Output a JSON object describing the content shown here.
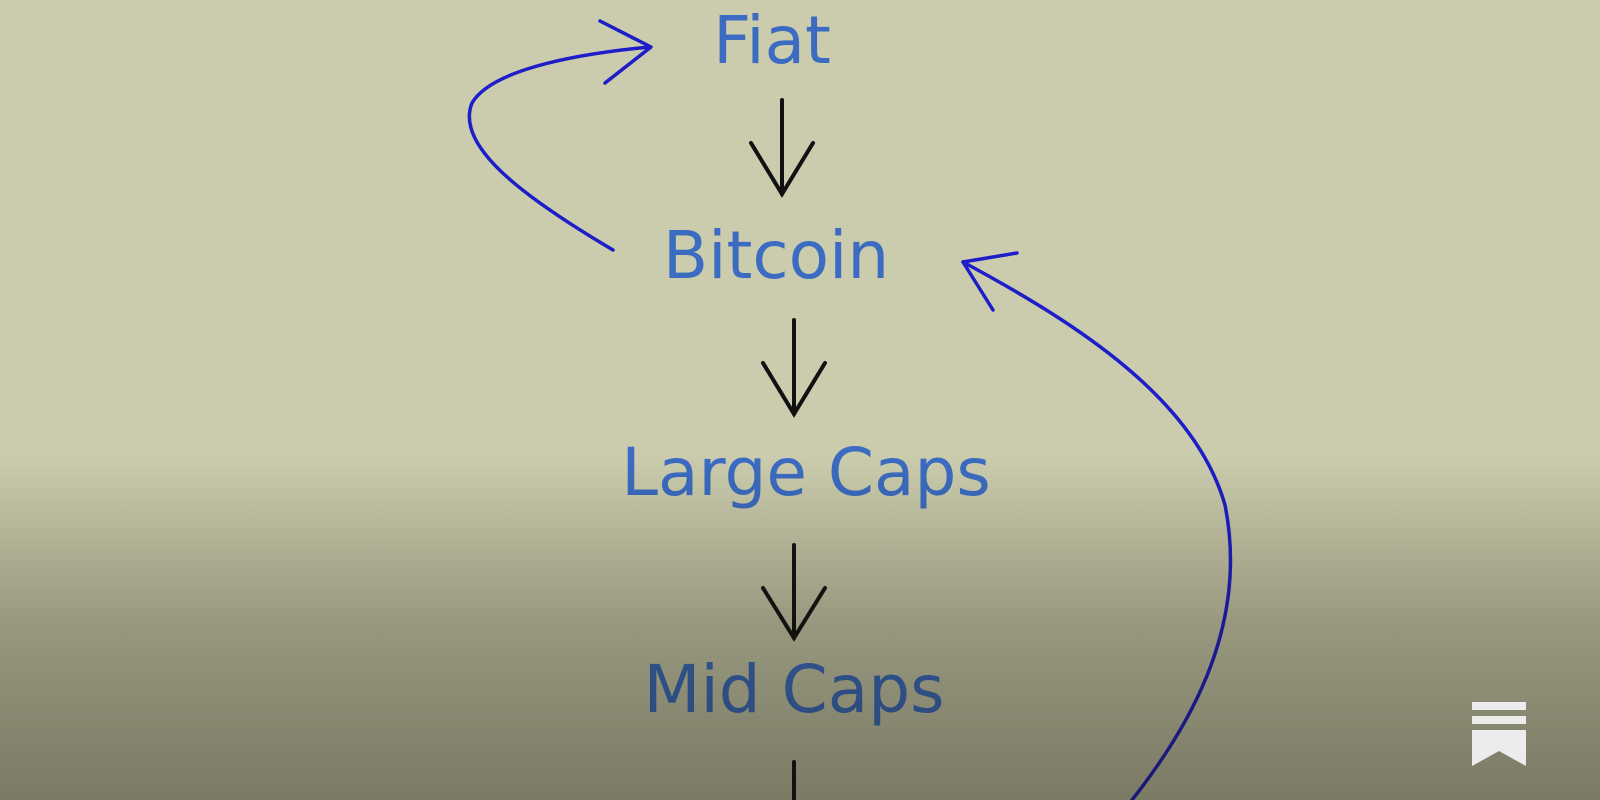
{
  "diagram": {
    "nodes": [
      {
        "id": "fiat",
        "label": "Fiat"
      },
      {
        "id": "bitcoin",
        "label": "Bitcoin"
      },
      {
        "id": "large-caps",
        "label": "Large Caps"
      },
      {
        "id": "mid-caps",
        "label": "Mid Caps"
      }
    ],
    "edges": [
      {
        "from": "fiat",
        "to": "bitcoin",
        "style": "black"
      },
      {
        "from": "bitcoin",
        "to": "large-caps",
        "style": "black"
      },
      {
        "from": "large-caps",
        "to": "mid-caps",
        "style": "black"
      },
      {
        "from": "mid-caps",
        "to": "next",
        "style": "black"
      },
      {
        "from": "bitcoin",
        "to": "fiat",
        "style": "blue"
      },
      {
        "from": "lower-tiers",
        "to": "bitcoin",
        "style": "blue"
      }
    ]
  },
  "colors": {
    "background": "#cbcbad",
    "node_text": "#3b6cc2",
    "flow_arrow": "#111111",
    "loop_arrow": "#1d1dc9",
    "bookmark": "#ececec"
  },
  "icons": {
    "corner": "bookmark-icon"
  }
}
